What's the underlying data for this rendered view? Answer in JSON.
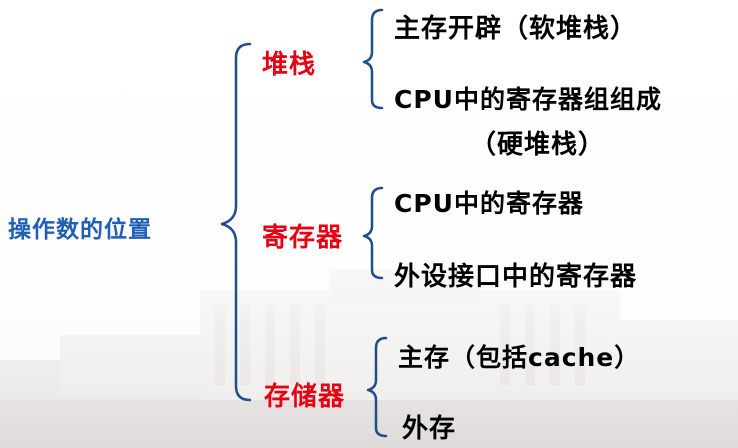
{
  "colors": {
    "root": "#1f5fb5",
    "category": "#e60012",
    "leaf": "#000000",
    "brace": "#1f4e8c"
  },
  "root": "操作数的位置",
  "groups": [
    {
      "label": "堆栈",
      "items": [
        "主存开辟（软堆栈）",
        "CPU中的寄存器组组成",
        "（硬堆栈）"
      ]
    },
    {
      "label": "寄存器",
      "items": [
        "CPU中的寄存器",
        "外设接口中的寄存器"
      ]
    },
    {
      "label": "存储器",
      "items": [
        "主存（包括cache）",
        "外存"
      ]
    }
  ]
}
